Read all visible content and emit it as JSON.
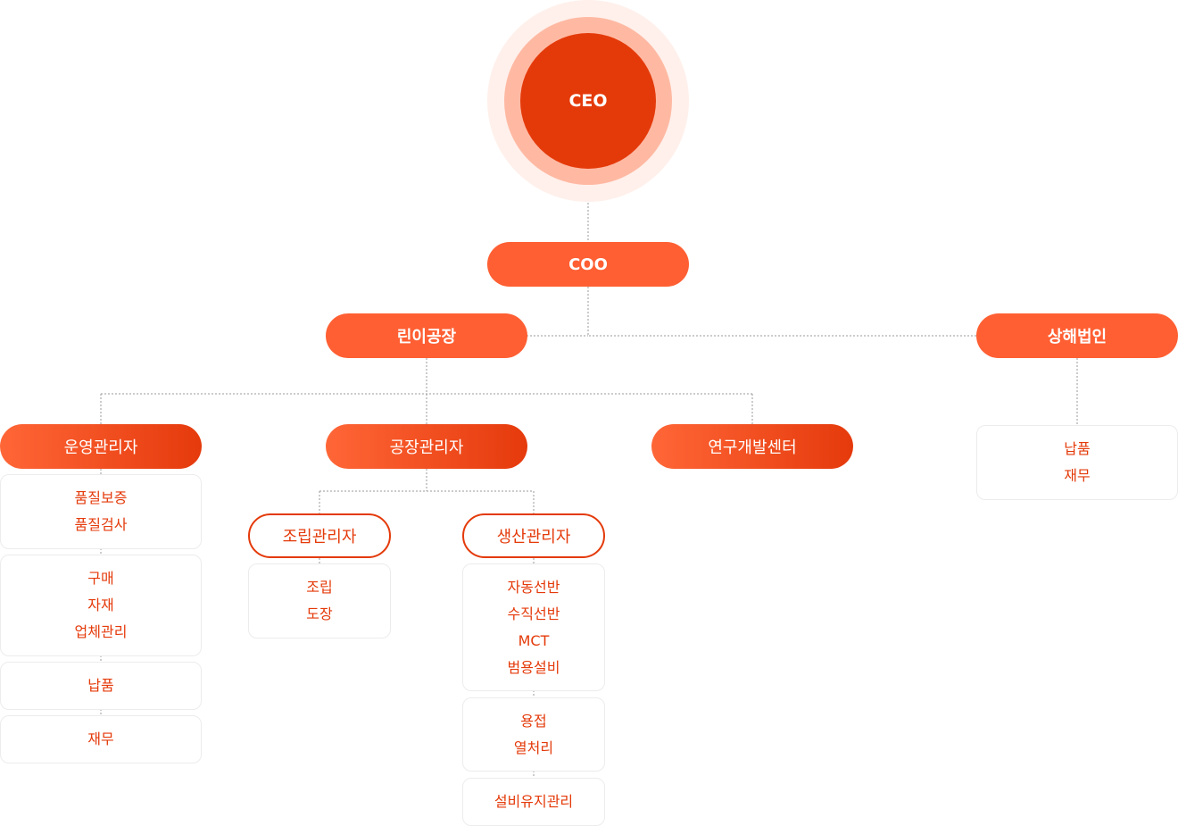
{
  "ceo": {
    "label": "CEO"
  },
  "coo": {
    "label": "COO"
  },
  "linyi": {
    "label": "린이공장"
  },
  "shanghai": {
    "label": "상해법인",
    "items": [
      "납품",
      "재무"
    ]
  },
  "operations": {
    "label": "운영관리자",
    "groups": [
      [
        "품질보증",
        "품질검사"
      ],
      [
        "구매",
        "자재",
        "업체관리"
      ],
      [
        "납품"
      ],
      [
        "재무"
      ]
    ]
  },
  "factory": {
    "label": "공장관리자",
    "assembly": {
      "label": "조립관리자",
      "items": [
        "조립",
        "도장"
      ]
    },
    "production": {
      "label": "생산관리자",
      "groups": [
        [
          "자동선반",
          "수직선반",
          "MCT",
          "범용설비"
        ],
        [
          "용접",
          "열처리"
        ],
        [
          "설비유지관리"
        ]
      ]
    }
  },
  "rnd": {
    "label": "연구개발센터"
  },
  "colors": {
    "primary": "#e43a0a",
    "pill": "#ff5f33",
    "ring_outer": "#fff0eb",
    "ring_inner": "#ffb9a3"
  }
}
